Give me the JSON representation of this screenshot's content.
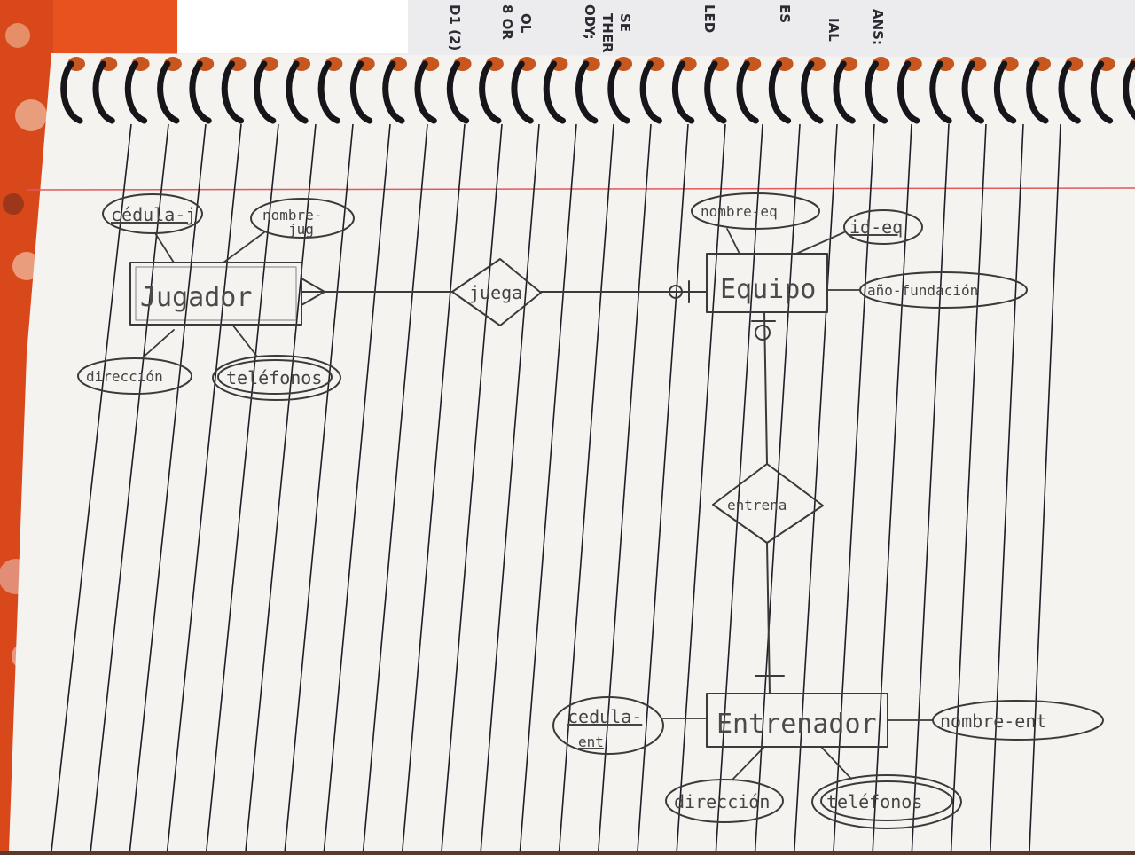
{
  "book_text": [
    "ANS:",
    "IAL",
    "ES",
    "LED",
    "SE",
    "THER",
    "ODY;",
    "OL",
    "8 OR",
    "D1 (2)"
  ],
  "entities": {
    "jugador": "Jugador",
    "equipo": "Equipo",
    "entrenador": "Entrenador"
  },
  "relationships": {
    "juega": "juega",
    "entrena": "entrena"
  },
  "attributes": {
    "cedula_j": "cédula-j",
    "nombre_jug_line1": "nombre-",
    "nombre_jug_line2": "jug",
    "direccion_j": "dirección",
    "telefonos_j": "teléfonos",
    "nombre_eq": "nombre-eq",
    "id_eq": "id-eq",
    "ano_fundacion": "año-fundación",
    "cedula_ent_line1": "cedula-",
    "cedula_ent_line2": "ent",
    "nombre_ent": "nombre-ent",
    "direccion_ent": "dirección",
    "telefonos_ent": "teléfonos"
  },
  "colors": {
    "paper": "#f4f3ef",
    "ink": "#3a3a3a",
    "rule_blue": "#1e1e26",
    "margin_red": "#e05a5a",
    "spiral": "#15151a",
    "hole": "#c8561f"
  }
}
